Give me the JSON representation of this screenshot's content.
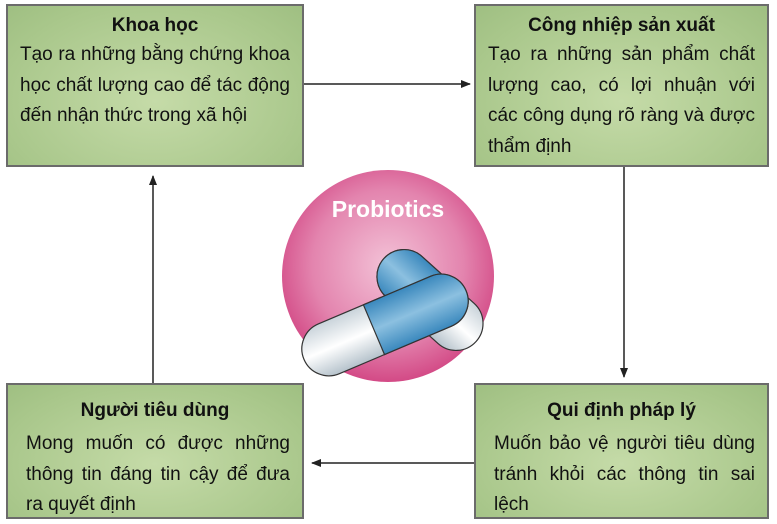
{
  "center": {
    "label": "Probiotics"
  },
  "boxes": {
    "science": {
      "title": "Khoa học",
      "body": "Tạo ra những bằng chứng khoa học chất lượng cao để tác động đến nhận thức trong xã hội"
    },
    "industry": {
      "title": "Công nhiệp sản xuất",
      "body": "Tạo ra những sản phẩm chất lượng cao, có lợi nhuận với các công dụng rõ ràng và được thẩm định"
    },
    "regulation": {
      "title": "Qui định pháp lý",
      "body": "Muốn bảo vệ người tiêu dùng tránh khỏi các thông tin sai lệch"
    },
    "consumer": {
      "title": "Người tiêu dùng",
      "body": "Mong muốn có được những thông tin đáng tin cậy để đưa ra quyết định"
    }
  },
  "colors": {
    "box": "#a9c78b",
    "circle": "#d9508a",
    "capsule_blue": "#4a98c8"
  }
}
